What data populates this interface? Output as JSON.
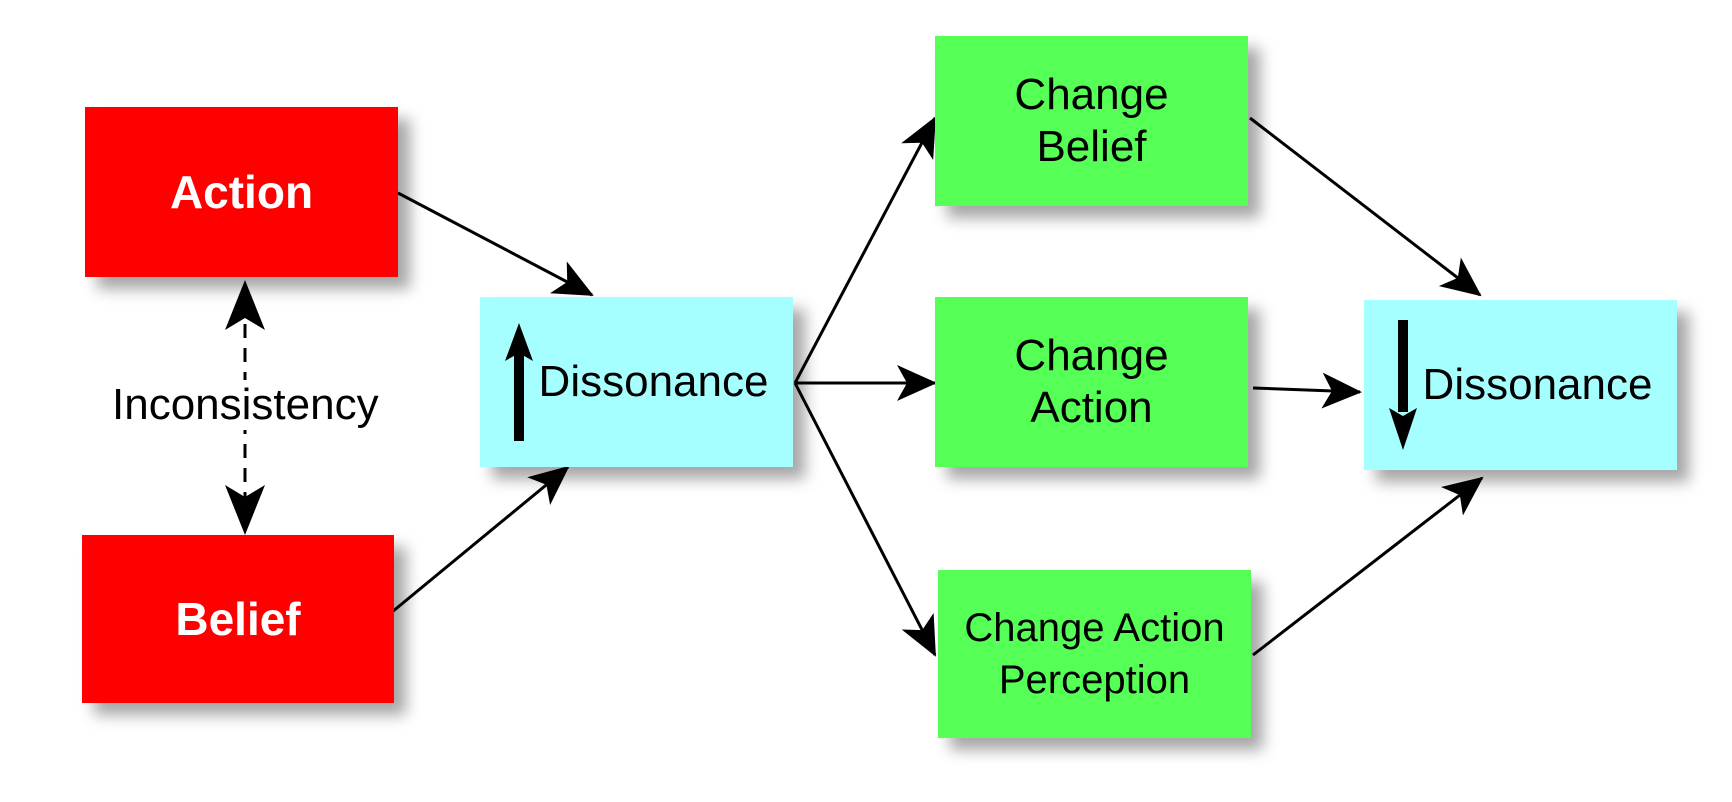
{
  "nodes": {
    "action": "Action",
    "belief": "Belief",
    "inconsistency": "Inconsistency",
    "dissonance_up": "Dissonance",
    "change_belief": [
      "Change",
      "Belief"
    ],
    "change_action": [
      "Change",
      "Action"
    ],
    "change_action_perception": [
      "Change Action",
      "Perception"
    ],
    "dissonance_down": "Dissonance"
  },
  "colors": {
    "source": "#ff0000",
    "dissonance": "#a6ffff",
    "resolution": "#55ff55",
    "arrow": "#000000"
  },
  "icons": {
    "dissonance_up": "up-arrow-icon",
    "dissonance_down": "down-arrow-icon"
  }
}
